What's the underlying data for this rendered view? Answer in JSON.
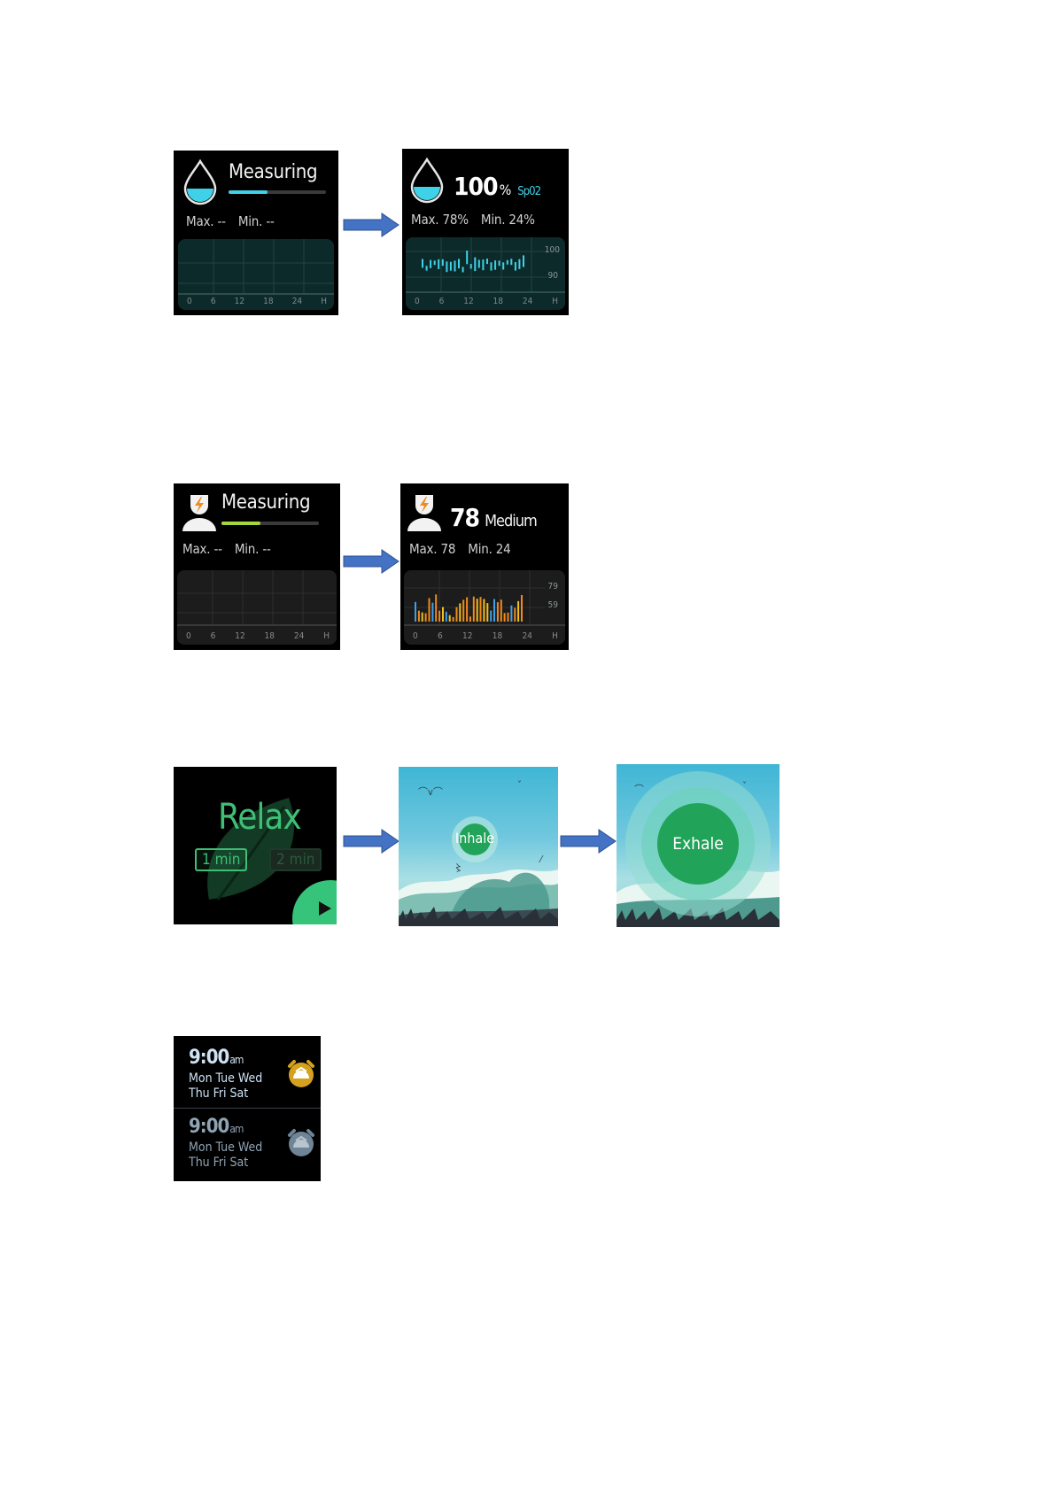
{
  "spo2_measuring": {
    "title": "Measuring",
    "progress": 0.4,
    "max_label": "Max. --",
    "min_label": "Min. --",
    "ticks": [
      "0",
      "6",
      "12",
      "18",
      "24",
      "H"
    ],
    "accent": "#3fd1e8",
    "icon": "water-drop-icon"
  },
  "spo2_result": {
    "value": "100",
    "unit": "%",
    "sub_label": "Sp02",
    "max_label": "Max. 78%",
    "min_label": "Min. 24%",
    "y_top": "100",
    "y_bottom": "90",
    "ticks": [
      "0",
      "6",
      "12",
      "18",
      "24",
      "H"
    ],
    "accent": "#3fd1e8",
    "icon": "water-drop-icon"
  },
  "stress_measuring": {
    "title": "Measuring",
    "progress": 0.4,
    "max_label": "Max. --",
    "min_label": "Min. --",
    "ticks": [
      "0",
      "6",
      "12",
      "18",
      "24",
      "H"
    ],
    "accent": "#a6d63a",
    "icon": "stress-person-icon"
  },
  "stress_result": {
    "value": "78",
    "level": "Medium",
    "max_label": "Max. 78",
    "min_label": "Min. 24",
    "y_top": "79",
    "y_bottom": "59",
    "ticks": [
      "0",
      "6",
      "12",
      "18",
      "24",
      "H"
    ],
    "icon": "stress-person-icon"
  },
  "relax": {
    "title": "Relax",
    "option_1": "1 min",
    "option_2": "2 min",
    "selected": "1 min",
    "accent": "#3fbf76",
    "play_icon": "play-icon"
  },
  "inhale": {
    "label": "Inhale",
    "accent": "#22a35a"
  },
  "exhale": {
    "label": "Exhale",
    "accent": "#22a35a"
  },
  "alarms": [
    {
      "time": "9:00",
      "ampm": "am",
      "days_line1": "Mon Tue  Wed",
      "days_line2": "Thu Fri Sat",
      "state": "on",
      "icon": "alarm-clock-icon"
    },
    {
      "time": "9:00",
      "ampm": "am",
      "days_line1": "Mon Tue Wed",
      "days_line2": "Thu Fri Sat",
      "state": "off",
      "icon": "alarm-clock-icon"
    }
  ]
}
